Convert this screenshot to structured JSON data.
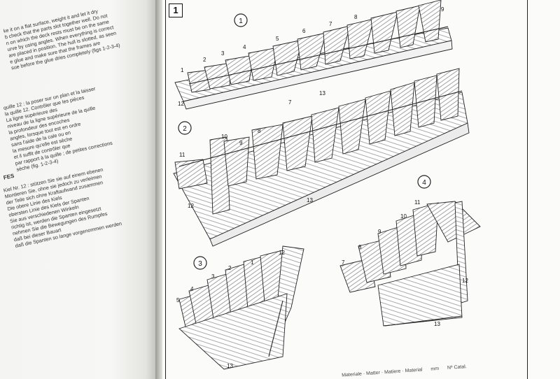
{
  "left_page": {
    "paragraph_en": "ke it on a flat surface, weight it and let it dry\nb check that the parts slot together well. Do not\nn on which the deck rests must be on the same\nurve by using angles. When everything is correct\nare placed in position. The hull is slotted, as seen\ne glue and make sure that the frames are\nsue before the glue dries completely (figs 1-2-3-4)",
    "paragraph_fr": "quille 12 : la poser sur un plan et la laisser\nla quille 12. Contrôler que les pièces\nLa ligne supérieure des\nniveau de la ligne supérieure de la quille\nla profondeur des encoches\nangles, lorsque tout est en ordre\nsans l'aide de la cale ou en\nla mesure qu'elle est sèche\net il suffit de contrôler que\npar rapport à la quille ; de petites corrections\nsèche (fig. 1-2-3-4)",
    "section_heading": "FES",
    "paragraph_de": "Kiel Nr. 12 : stützen Sie sie auf einem ebenen\nMontieren Sie, ohne sie jedoch zu verleimen\nder Teile sich ohne Kraftaufwand zusammen\nDie obere Linie des Kiels\nobersten Linie des Kiels der Spanten\nSie aus verschiedenen Winkeln\nrichtig ist, werden die Spanten eingesetzt\nnehmen Sie die Bewegungen des Rumpfes\ndaß bei dieser Bauart\ndaß die Spanten so lange vorgenommen werden"
  },
  "right_page": {
    "step_number": "1",
    "figures": [
      {
        "number": "1",
        "part_labels": [
          "1",
          "2",
          "3",
          "4",
          "5",
          "6",
          "7",
          "8",
          "9",
          "12",
          "13"
        ]
      },
      {
        "number": "2",
        "part_labels": [
          "7",
          "8",
          "9",
          "10",
          "11",
          "12",
          "13"
        ]
      },
      {
        "number": "3",
        "part_labels": [
          "1",
          "2",
          "3",
          "4",
          "5",
          "12",
          "13"
        ]
      },
      {
        "number": "4",
        "part_labels": [
          "7",
          "8",
          "9",
          "10",
          "11",
          "12",
          "13"
        ]
      }
    ],
    "footer": {
      "materials": "Materiale · Matter · Matiere · Material",
      "unit": "mm",
      "catalog": "Nº Catal."
    }
  }
}
